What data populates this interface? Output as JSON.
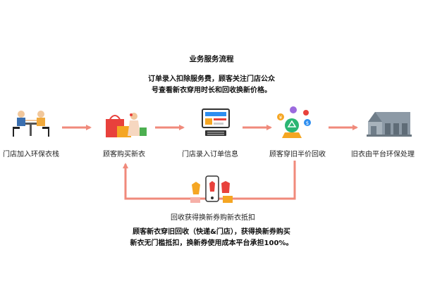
{
  "title": "业务服务流程",
  "note_top": {
    "lines": [
      "订单录入扣除服务费，顾客关注门店公众",
      "号查看新衣穿用时长和回收换新价格。"
    ]
  },
  "steps": [
    {
      "label": "门店加入环保衣栈",
      "icon": "store-meeting-icon"
    },
    {
      "label": "顾客购买新衣",
      "icon": "shopping-icon"
    },
    {
      "label": "门店录入订单信息",
      "icon": "computer-order-icon"
    },
    {
      "label": "顾客穿旧半价回收",
      "icon": "recycle-coins-icon"
    },
    {
      "label": "旧衣由平台环保处理",
      "icon": "warehouse-icon"
    }
  ],
  "loop_label": "回收获得换新券购新衣抵扣",
  "loop_icon": "phone-clothes-icon",
  "note_bottom": {
    "lines": [
      "顾客新衣穿旧回收（快递&门店），获得换新券购买",
      "新衣无门槛抵扣，换新券使用成本平台承担100%。"
    ]
  },
  "colors": {
    "arrow": "#f08a7b",
    "accent_red": "#e8413c",
    "accent_orange": "#f5a623",
    "accent_blue": "#2d8ef0"
  }
}
